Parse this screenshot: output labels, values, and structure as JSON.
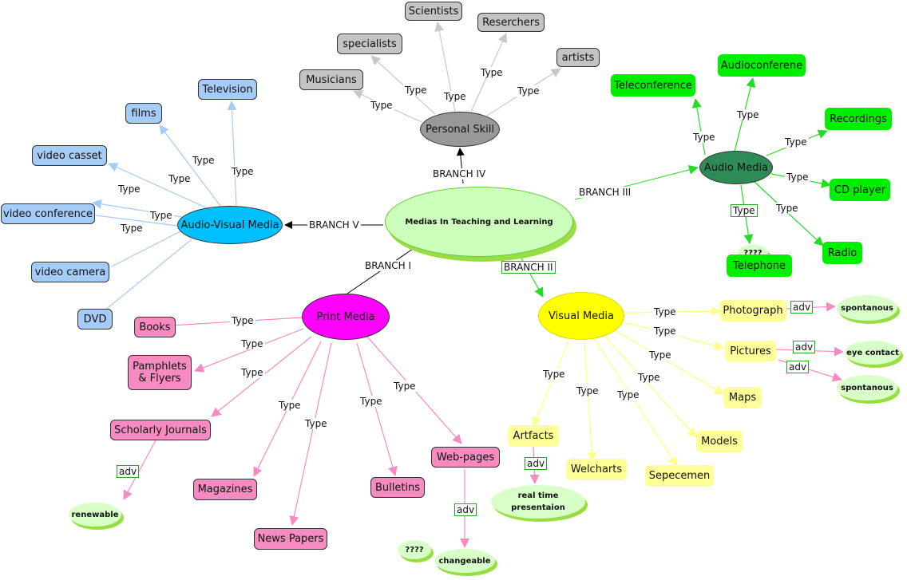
{
  "center": "Medias In Teaching and Learning",
  "nodes": {
    "personal_skill": "Personal Skill",
    "scientists": "Scientists",
    "reserchers": "Reserchers",
    "specialists": "specialists",
    "artists": "artists",
    "musicians": "Musicians",
    "audio_visual": "Audio-Visual Media",
    "television": "Television",
    "films": "films",
    "video_casset": "video casset",
    "video_conference": "video conference",
    "video_camera": "video camera",
    "dvd": "DVD",
    "audio_media": "Audio Media",
    "teleconference": "Teleconference",
    "audioconferene": "Audioconferene",
    "recordings": "Recordings",
    "cd_player": "CD player",
    "radio": "Radio",
    "telephone": "Telephone",
    "tel_unknown": "????",
    "print_media": "Print Media",
    "books": "Books",
    "pamphlets": "Pamphlets\n& Flyers",
    "scholarly": "Scholarly Journals",
    "renewable": "renewable",
    "magazines": "Magazines",
    "news_papers": "News Papers",
    "bulletins": "Bulletins",
    "web_pages": "Web-pages",
    "web_unknown": "????",
    "changeable": "changeable",
    "visual_media": "Visual Media",
    "photograph": "Photograph",
    "spontanous_1": "spontanous",
    "pictures": "Pictures",
    "eye_contact": "eye contact",
    "spontanous_2": "spontanous",
    "maps": "Maps",
    "models": "Models",
    "sepecemen": "Sepecemen",
    "welcharts": "Welcharts",
    "artfacts": "Artfacts",
    "real_time": "real time presentaion"
  },
  "labels": {
    "branch_i": "BRANCH I",
    "branch_ii": "BRANCH II",
    "branch_iii": "BRANCH III",
    "branch_iv": "BRANCH  IV",
    "branch_v": "BRANCH V",
    "type": "Type",
    "adv": "adv"
  },
  "colors": {
    "grey": "#c4c4c4",
    "blue": "#a5cbf7",
    "pink": "#f78ac0",
    "green": "#00ee00",
    "yellow": "#ffff99",
    "center": "#ccffbb",
    "audio_visual": "#00bfff",
    "audio_media": "#2e8b57",
    "print_media": "#ff00ff",
    "visual_media": "#ffff00"
  }
}
